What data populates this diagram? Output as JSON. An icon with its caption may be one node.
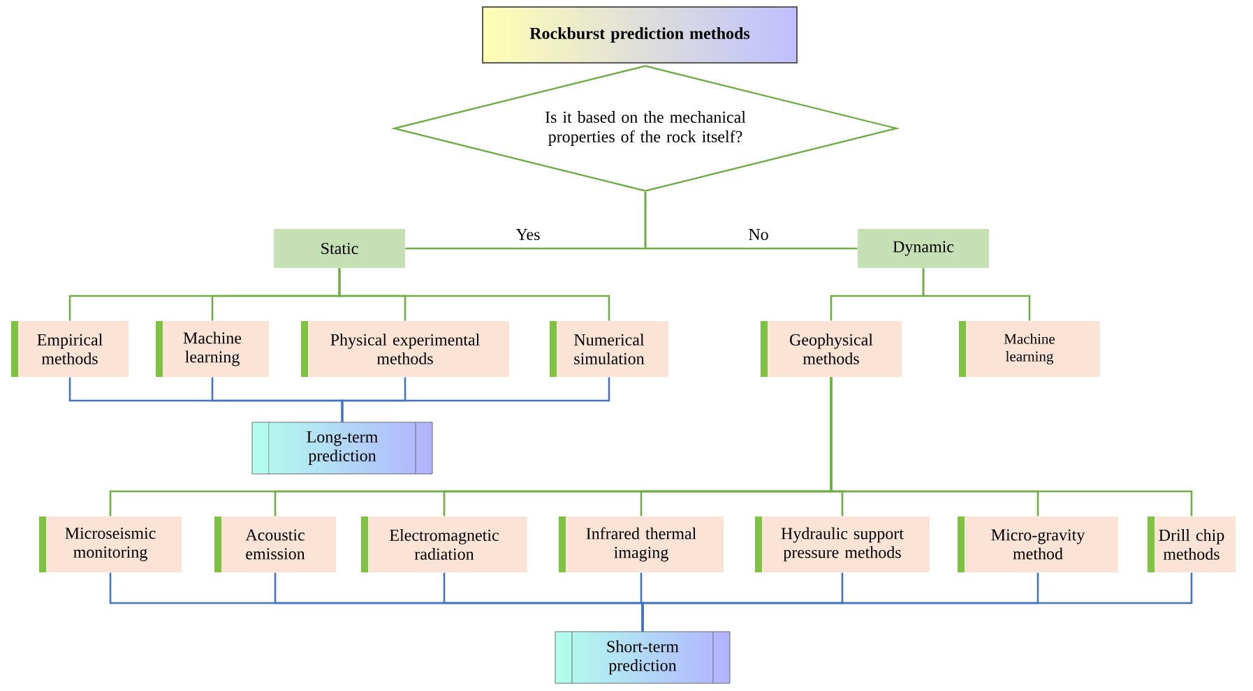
{
  "diagram": {
    "nodes": [
      {
        "text": [
          "Rockburst prediction methods"
        ]
      },
      {
        "text": [
          "Is it based on the mechanical properties of the rock itself?"
        ]
      },
      {
        "text": [
          "Static"
        ]
      },
      {
        "text": [
          "Dynamic"
        ]
      },
      {
        "text": [
          "Empirical methods"
        ]
      },
      {
        "text": [
          "Machine learning"
        ]
      },
      {
        "text": [
          "Physical experimental methods"
        ]
      },
      {
        "text": [
          "Numerical simulation"
        ]
      },
      {
        "text": [
          "Geophysical methods"
        ]
      },
      {
        "text": [
          "Machine learning"
        ]
      },
      {
        "text": [
          "Long-term prediction"
        ]
      },
      {
        "text": [
          "Microseismic monitoring"
        ]
      },
      {
        "text": [
          "Acoustic emission"
        ]
      },
      {
        "text": [
          "Electromagnetic radiation"
        ]
      },
      {
        "text": [
          "Infrared thermal imaging"
        ]
      },
      {
        "text": [
          "Hydraulic support pressure methods"
        ]
      },
      {
        "text": [
          "Micro-gravity method"
        ]
      },
      {
        "text": [
          "Drill chip methods"
        ]
      },
      {
        "text": [
          "Short-term prediction"
        ]
      }
    ],
    "edges": [
      {
        "from": 1,
        "to": 2,
        "arrow": "none",
        "label": "Yes"
      },
      {
        "from": 1,
        "to": 3,
        "arrow": "none",
        "label": "No"
      },
      {
        "from": 2,
        "to": 4,
        "arrow": "none"
      },
      {
        "from": 2,
        "to": 5,
        "arrow": "none"
      },
      {
        "from": 2,
        "to": 6,
        "arrow": "none"
      },
      {
        "from": 2,
        "to": 7,
        "arrow": "none"
      },
      {
        "from": 3,
        "to": 8,
        "arrow": "none"
      },
      {
        "from": 3,
        "to": 9,
        "arrow": "none"
      },
      {
        "from": 4,
        "to": 10,
        "arrow": "none",
        "color": "#4472c4"
      },
      {
        "from": 5,
        "to": 10,
        "arrow": "none",
        "color": "#4472c4"
      },
      {
        "from": 6,
        "to": 10,
        "arrow": "none",
        "color": "#4472c4"
      },
      {
        "from": 7,
        "to": 10,
        "arrow": "none",
        "color": "#4472c4"
      },
      {
        "from": 8,
        "to": 11,
        "arrow": "none"
      },
      {
        "from": 8,
        "to": 12,
        "arrow": "none"
      },
      {
        "from": 8,
        "to": 13,
        "arrow": "none"
      },
      {
        "from": 8,
        "to": 14,
        "arrow": "none"
      },
      {
        "from": 8,
        "to": 15,
        "arrow": "none"
      },
      {
        "from": 8,
        "to": 16,
        "arrow": "none"
      },
      {
        "from": 8,
        "to": 17,
        "arrow": "none"
      },
      {
        "from": 11,
        "to": 18,
        "arrow": "none",
        "color": "#4472c4"
      },
      {
        "from": 12,
        "to": 18,
        "arrow": "none",
        "color": "#4472c4"
      },
      {
        "from": 13,
        "to": 18,
        "arrow": "none",
        "color": "#4472c4"
      },
      {
        "from": 14,
        "to": 18,
        "arrow": "none",
        "color": "#4472c4"
      },
      {
        "from": 15,
        "to": 18,
        "arrow": "none",
        "color": "#4472c4"
      },
      {
        "from": 16,
        "to": 18,
        "arrow": "none",
        "color": "#4472c4"
      },
      {
        "from": 17,
        "to": 18,
        "arrow": "none",
        "color": "#4472c4"
      }
    ]
  }
}
